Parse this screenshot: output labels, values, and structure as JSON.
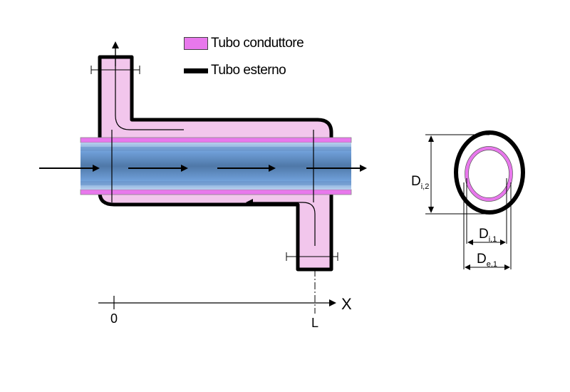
{
  "legend": {
    "conductor_label": "Tubo conduttore",
    "outer_label": "Tubo esterno"
  },
  "axis": {
    "x_label": "X",
    "origin_label": "0",
    "end_label": "L"
  },
  "section": {
    "d_i2": {
      "main": "D",
      "sub": "i,2"
    },
    "d_i1": {
      "main": "D",
      "sub": "i,1"
    },
    "d_e1": {
      "main": "D",
      "sub": "e,1"
    }
  },
  "colors": {
    "conductor": "#e878ec",
    "annulus_fill": "#f2c6ec",
    "outer_wall": "#000000",
    "stream_dark": "#4f78a8",
    "stream_mid": "#6f9fd8",
    "stream_light": "#c4d8ee"
  }
}
